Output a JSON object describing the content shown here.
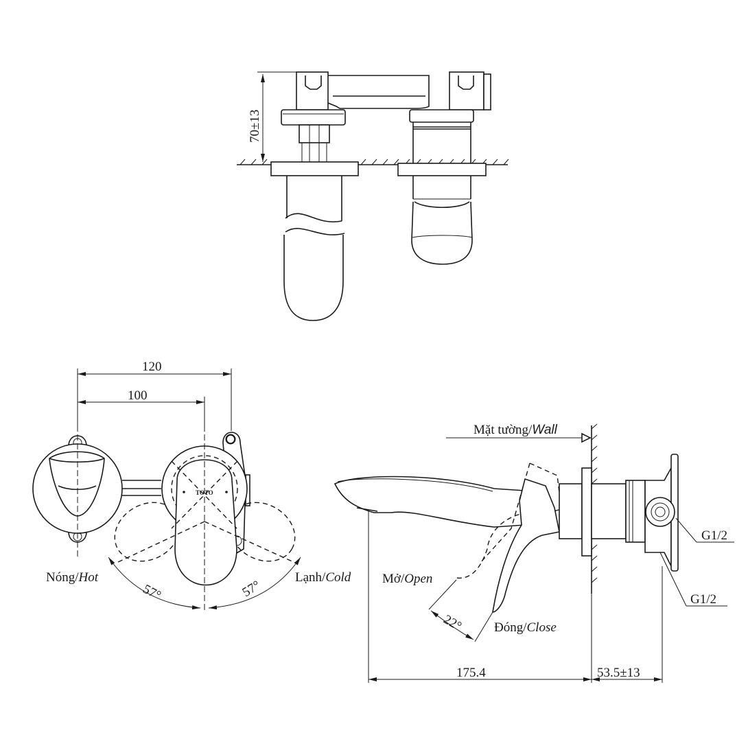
{
  "top_view": {
    "height_dim": "70±13"
  },
  "front_view": {
    "dim_overall": "120",
    "dim_center": "100",
    "logo": "TOTO",
    "hot_label_vi": "Nóng/",
    "hot_label_en": "Hot",
    "cold_label_vi": "Lạnh/",
    "cold_label_en": "Cold",
    "angle_left": "57°",
    "angle_right": "57°"
  },
  "side_view": {
    "wall_label_vi": "Mặt tường/",
    "wall_label_en": "Wall",
    "open_label_vi": "Mở/",
    "open_label_en": "Open",
    "close_label_vi": "Đóng/",
    "close_label_en": "Close",
    "handle_angle": "22°",
    "thread_1": "G1/2",
    "thread_2": "G1/2",
    "dim_spout": "175.4",
    "dim_depth": "53.5±13"
  },
  "colors": {
    "line": "#1a1a1a",
    "background": "#ffffff"
  }
}
